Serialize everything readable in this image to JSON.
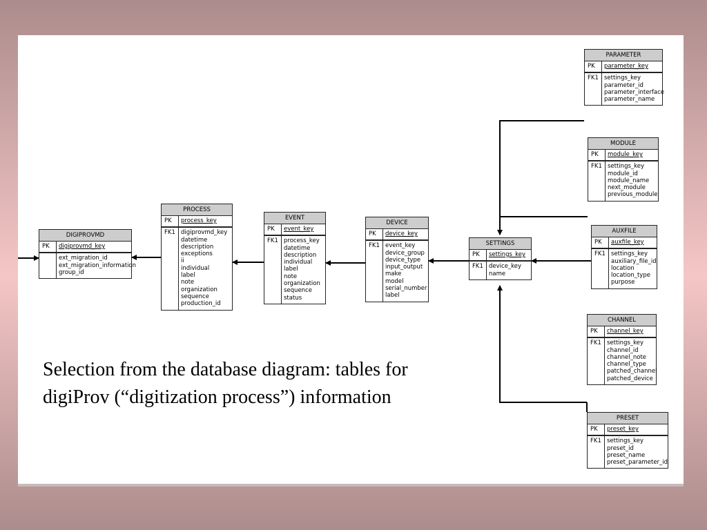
{
  "caption": "Selection from the database diagram: tables for digiProv (“digitization process”) information",
  "tables": {
    "digiprovmd": {
      "name": "DIGIPROVMD",
      "pk_label": "PK",
      "pk": "digiprovmd_key",
      "fk_label": "",
      "columns": [
        "ext_migration_id",
        "ext_migration_information",
        "group_id"
      ]
    },
    "process": {
      "name": "PROCESS",
      "pk_label": "PK",
      "pk": "process_key",
      "fk_label": "FK1",
      "columns": [
        "digiprovmd_key",
        "datetime",
        "description",
        "exceptions",
        "ii",
        "individual",
        "label",
        "note",
        "organization",
        "sequence",
        "production_id"
      ]
    },
    "event": {
      "name": "EVENT",
      "pk_label": "PK",
      "pk": "event_key",
      "fk_label": "FK1",
      "columns": [
        "process_key",
        "datetime",
        "description",
        "individual",
        "label",
        "note",
        "organization",
        "sequence",
        "status"
      ]
    },
    "device": {
      "name": "DEVICE",
      "pk_label": "PK",
      "pk": "device_key",
      "fk_label": "FK1",
      "columns": [
        "event_key",
        "device_group",
        "device_type",
        "input_output",
        "make",
        "model",
        "serial_number",
        "label"
      ]
    },
    "settings": {
      "name": "SETTINGS",
      "pk_label": "PK",
      "pk": "settings_key",
      "fk_label": "FK1",
      "columns": [
        "device_key",
        "name"
      ]
    },
    "parameter": {
      "name": "PARAMETER",
      "pk_label": "PK",
      "pk": "parameter_key",
      "fk_label": "FK1",
      "columns": [
        "settings_key",
        "parameter_id",
        "parameter_interface",
        "parameter_name"
      ]
    },
    "module": {
      "name": "MODULE",
      "pk_label": "PK",
      "pk": "module_key",
      "fk_label": "FK1",
      "columns": [
        "settings_key",
        "module_id",
        "module_name",
        "next_module",
        "previous_module"
      ]
    },
    "auxfile": {
      "name": "AUXFILE",
      "pk_label": "PK",
      "pk": "auxfile_key",
      "fk_label": "FK1",
      "columns": [
        "settings_key",
        "auxiliary_file_id",
        "location",
        "location_type",
        "purpose"
      ]
    },
    "channel": {
      "name": "CHANNEL",
      "pk_label": "PK",
      "pk": "channel_key",
      "fk_label": "FK1",
      "columns": [
        "settings_key",
        "channel_id",
        "channel_note",
        "channel_type",
        "patched_channel",
        "patched_device"
      ]
    },
    "preset": {
      "name": "PRESET",
      "pk_label": "PK",
      "pk": "preset_key",
      "fk_label": "FK1",
      "columns": [
        "settings_key",
        "preset_id",
        "preset_name",
        "preset_parameter_id"
      ]
    }
  }
}
